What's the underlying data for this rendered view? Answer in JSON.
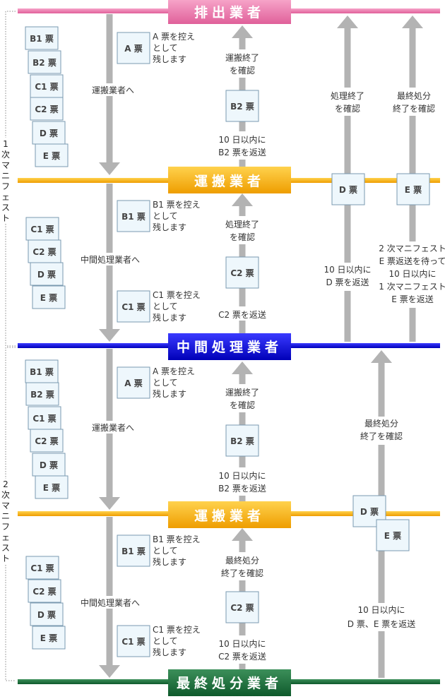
{
  "stages": {
    "haishutsu": "排出業者",
    "unpan": "運搬業者",
    "chukan": "中間処理業者",
    "saishu": "最終処分業者"
  },
  "side_labels": {
    "first": [
      "1",
      "次",
      "マ",
      "ニ",
      "フ",
      "ェ",
      "ス",
      "ト"
    ],
    "second": [
      "2",
      "次",
      "マ",
      "ニ",
      "フ",
      "ェ",
      "ス",
      "ト"
    ]
  },
  "tickets": {
    "A": "A 票",
    "B1": "B1 票",
    "B2": "B2 票",
    "C1": "C1 票",
    "C2": "C2 票",
    "D": "D 票",
    "E": "E 票"
  },
  "notes": {
    "keep_a": [
      "A 票を控え",
      "として",
      "残します"
    ],
    "keep_b1": [
      "B1 票を控え",
      "として",
      "残します"
    ],
    "keep_c1": [
      "C1 票を控え",
      "として",
      "残します"
    ],
    "to_unpan": "運搬業者へ",
    "to_chukan": "中間処理業者へ",
    "confirm_transport": [
      "運搬終了",
      "を確認"
    ],
    "return_b2": [
      "10 日以内に",
      "B2 票を返送"
    ],
    "confirm_process": [
      "処理終了",
      "を確認"
    ],
    "return_c2": "C2 票を返送",
    "confirm_final": [
      "最終処分",
      "終了を確認"
    ],
    "return_d": [
      "10 日以内に",
      "D 票を返送"
    ],
    "return_e_wait": [
      "2 次マニフェスト",
      "E 票返送を待って",
      "10 日以内に",
      "1 次マニフェスト",
      "E 票を返送"
    ],
    "return_c2_10": [
      "10 日以内に",
      "C2 票を返送"
    ],
    "return_de": [
      "10 日以内に",
      "D 票、E 票を返送"
    ]
  },
  "colors": {
    "haishutsu": "#e0609a",
    "unpan": "#f0b400",
    "chukan": "#0a0ad8",
    "saishu": "#1a6b3a",
    "arrow": "#b3b3b3",
    "ticket_fill": "#eef7fc",
    "ticket_stroke": "#7a9ab0"
  }
}
